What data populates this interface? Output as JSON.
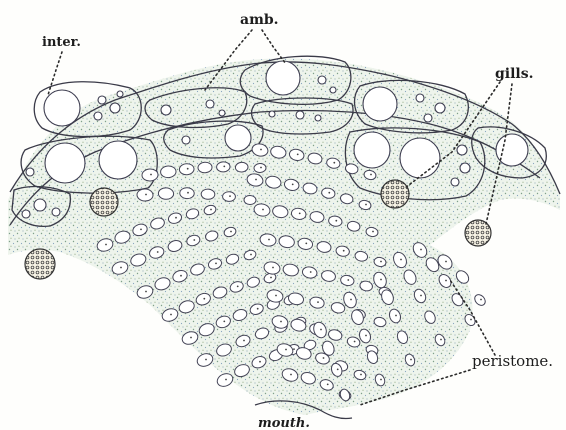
{
  "figure": {
    "labels": {
      "inter": "inter.",
      "amb": "amb.",
      "gills": "gills.",
      "peristome": "peristome.",
      "mouth": "mouth."
    }
  }
}
